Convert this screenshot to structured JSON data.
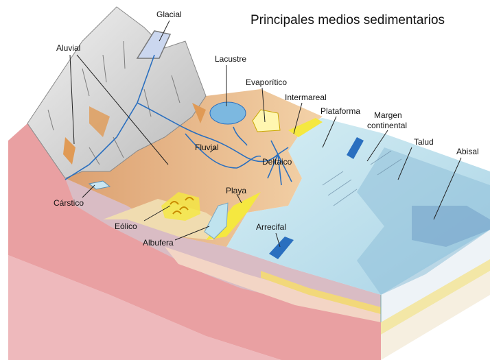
{
  "title": "Principales medios sedimentarios",
  "labels": {
    "glacial": "Glacial",
    "aluvial": "Aluvial",
    "lacustre": "Lacustre",
    "evaporitico": "Evaporítico",
    "intermareal": "Intermareal",
    "plataforma": "Plataforma",
    "margen_1": "Margen",
    "margen_2": "continental",
    "talud": "Talud",
    "abisal": "Abisal",
    "fluvial": "Fluvial",
    "deltaico": "Deltaico",
    "playa": "Playa",
    "carstico": "Cárstico",
    "eolico": "Eólico",
    "albufera": "Albufera",
    "arrecifal": "Arrecifal"
  },
  "colors": {
    "ocean": "#bfe3ee",
    "deep_ocean": "#8fbfd8",
    "land": "#e9b98a",
    "mountain": "#d8d8d8",
    "rock_red": "#e8989a",
    "beach": "#f5e840",
    "river": "#2a6fbf"
  }
}
